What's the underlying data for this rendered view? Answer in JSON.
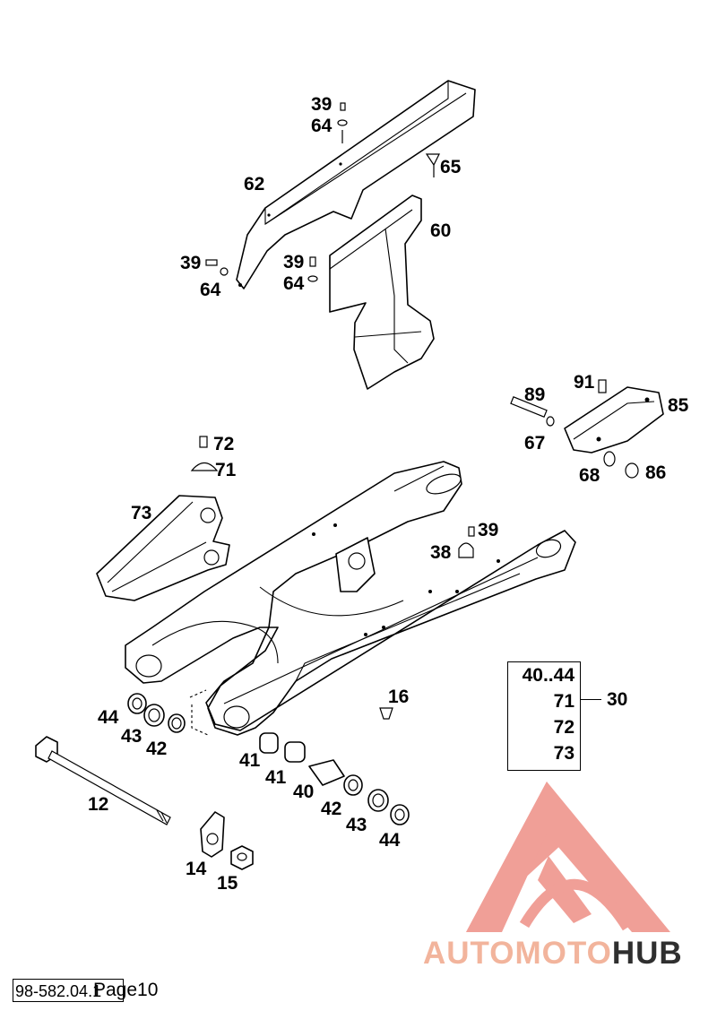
{
  "callouts": [
    {
      "id": "c39a",
      "text": "39"
    },
    {
      "id": "c64a",
      "text": "64"
    },
    {
      "id": "c65",
      "text": "65"
    },
    {
      "id": "c62",
      "text": "62"
    },
    {
      "id": "c60",
      "text": "60"
    },
    {
      "id": "c39b",
      "text": "39"
    },
    {
      "id": "c64b",
      "text": "64"
    },
    {
      "id": "c39c",
      "text": "39"
    },
    {
      "id": "c64c",
      "text": "64"
    },
    {
      "id": "c91",
      "text": "91"
    },
    {
      "id": "c89",
      "text": "89"
    },
    {
      "id": "c85",
      "text": "85"
    },
    {
      "id": "c67",
      "text": "67"
    },
    {
      "id": "c68",
      "text": "68"
    },
    {
      "id": "c86",
      "text": "86"
    },
    {
      "id": "c72",
      "text": "72"
    },
    {
      "id": "c71",
      "text": "71"
    },
    {
      "id": "c73",
      "text": "73"
    },
    {
      "id": "c39d",
      "text": "39"
    },
    {
      "id": "c38",
      "text": "38"
    },
    {
      "id": "c16",
      "text": "16"
    },
    {
      "id": "c44a",
      "text": "44"
    },
    {
      "id": "c43a",
      "text": "43"
    },
    {
      "id": "c42a",
      "text": "42"
    },
    {
      "id": "c41a",
      "text": "41"
    },
    {
      "id": "c41b",
      "text": "41"
    },
    {
      "id": "c40",
      "text": "40"
    },
    {
      "id": "c42b",
      "text": "42"
    },
    {
      "id": "c43b",
      "text": "43"
    },
    {
      "id": "c44b",
      "text": "44"
    },
    {
      "id": "c12",
      "text": "12"
    },
    {
      "id": "c14",
      "text": "14"
    },
    {
      "id": "c15",
      "text": "15"
    },
    {
      "id": "c30",
      "text": "30"
    }
  ],
  "kit": {
    "lines": [
      "40..44",
      "71",
      "72",
      "73"
    ],
    "number": "30"
  },
  "footer": {
    "code": "98-582.04.1",
    "page": "Page10"
  },
  "brand": {
    "text_light": "AUTOMOTO",
    "text_dark": "HUB",
    "color_light": "#f2b49c",
    "color_mark": "#ee8f86",
    "color_dark": "#2f2f2f"
  }
}
